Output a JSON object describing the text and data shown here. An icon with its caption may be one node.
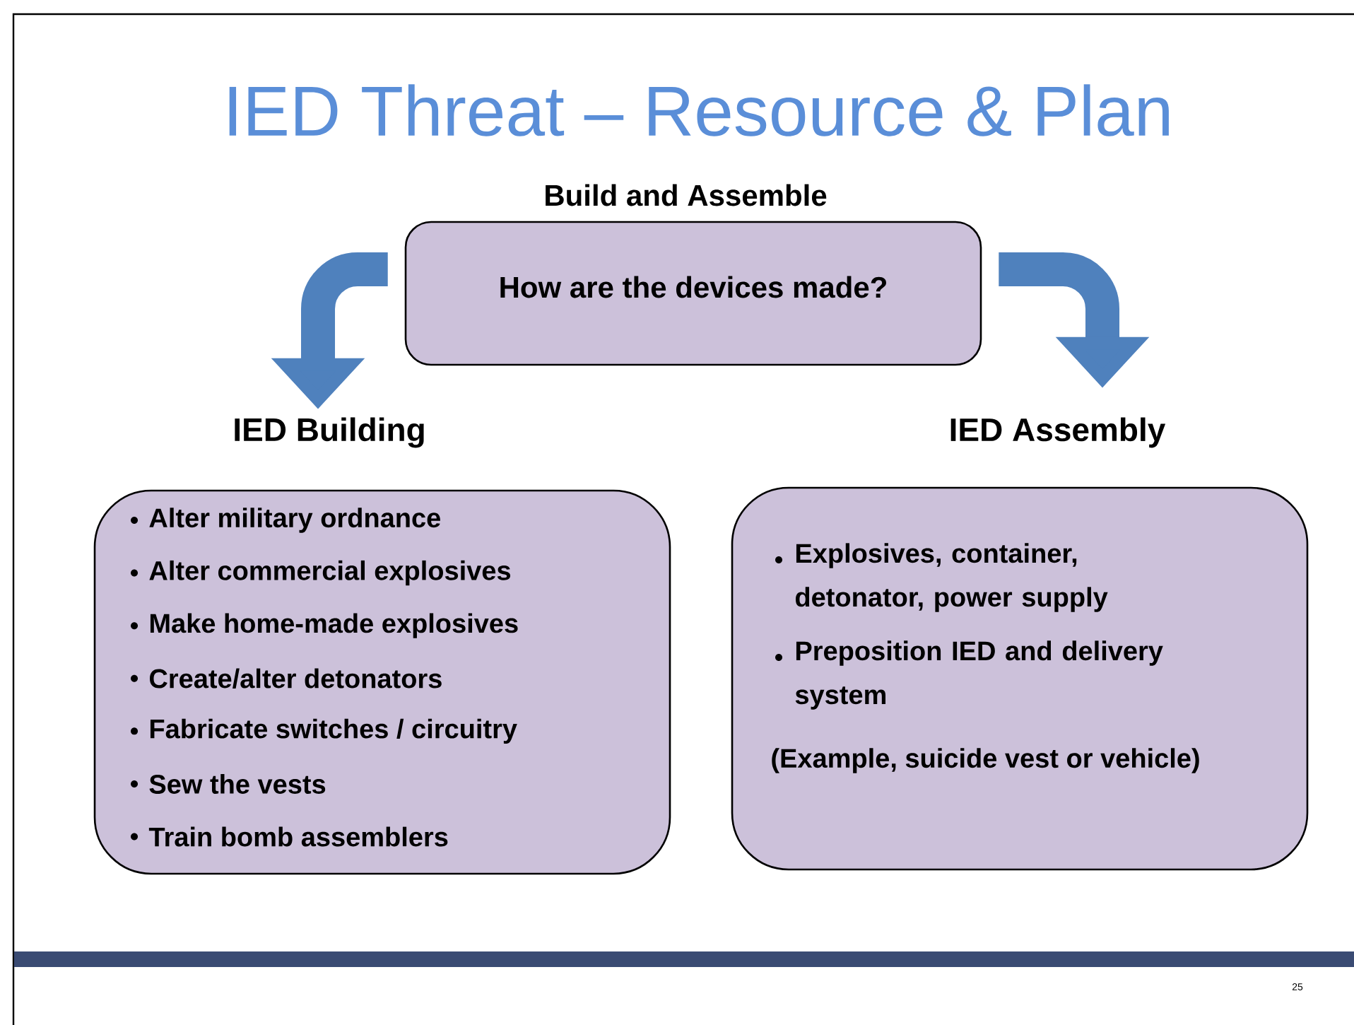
{
  "diagram": {
    "title": "IED Threat – Resource & Plan",
    "nodes": [
      {
        "text": [
          "Build and Assemble",
          "How are the devices made?"
        ]
      },
      {
        "text": [
          "IED Building",
          "Alter military ordnance",
          "Alter commercial explosives",
          "Make home-made explosives",
          "Create/alter detonators",
          "Fabricate switches / circuitry",
          "Sew the vests",
          "Train bomb assemblers"
        ]
      },
      {
        "text": [
          "IED Assembly",
          "Explosives, container, detonator, power supply",
          "Preposition IED and delivery system",
          "(Example, suicide vest or vehicle)"
        ]
      }
    ],
    "edges": [
      {
        "from": 0,
        "to": 1,
        "arrow": "to"
      },
      {
        "from": 0,
        "to": 2,
        "arrow": "to"
      }
    ],
    "labels": [
      "25"
    ]
  }
}
